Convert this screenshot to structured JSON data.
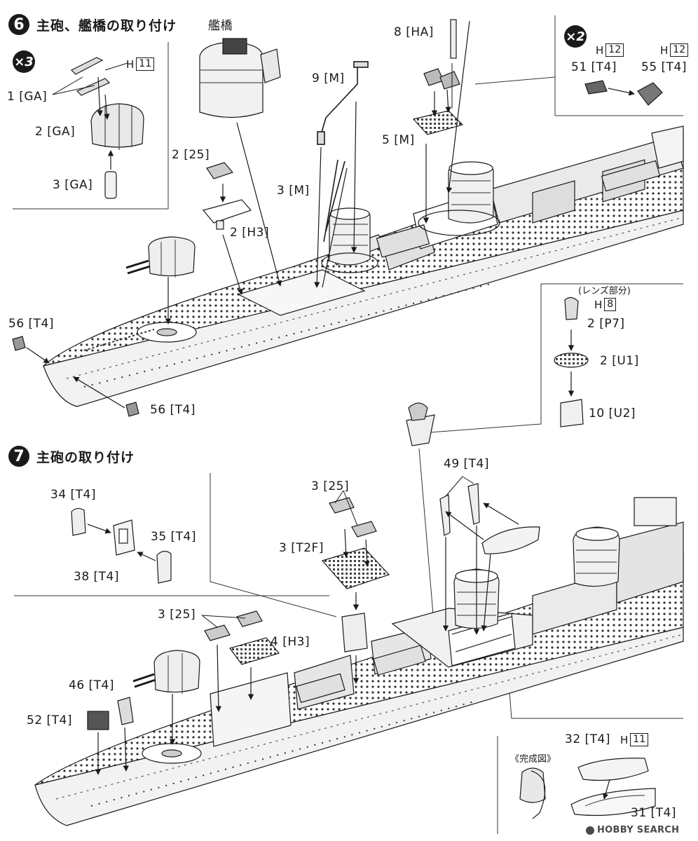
{
  "step6": {
    "number": "6",
    "title": "主砲、艦橋の取り付け",
    "bridge_label": "艦橋",
    "x3": "×3",
    "x2": "×2",
    "labels": {
      "ga1": "1 [GA]",
      "ga2": "2 [GA]",
      "ga3": "3 [GA]",
      "h11_h": "H",
      "h11_n": "11",
      "s25": "2 [25]",
      "h3": "2 [H3]",
      "m9": "9 [M]",
      "m3": "3 [M]",
      "ha8": "8 [HA]",
      "m5": "5 [M]",
      "t4_56a": "56 [T4]",
      "t4_56b": "56 [T4]",
      "h12a_h": "H",
      "h12a_n": "12",
      "h12b_h": "H",
      "h12b_n": "12",
      "t4_51": "51 [T4]",
      "t4_55": "55 [T4]",
      "lens": "(レンズ部分)",
      "h8_h": "H",
      "h8_n": "8",
      "p7": "2 [P7]",
      "u1": "2 [U1]",
      "u2": "10 [U2]"
    }
  },
  "step7": {
    "number": "7",
    "title": "主砲の取り付け",
    "labels": {
      "t4_34": "34 [T4]",
      "t4_35": "35 [T4]",
      "t4_38": "38 [T4]",
      "s25a": "3 [25]",
      "t2f": "3 [T2F]",
      "t4_49": "49 [T4]",
      "s25b": "3 [25]",
      "h3": "4 [H3]",
      "t4_46": "46 [T4]",
      "t4_52": "52 [T4]",
      "t4_32": "32 [T4]",
      "h11_h": "H",
      "h11_n": "11",
      "complete": "《完成図》",
      "t4_31": "31 [T4]"
    }
  },
  "watermark": "HOBBY SEARCH",
  "colors": {
    "ink": "#1a1a1a",
    "hull": "#f4f4f4",
    "gray": "#8a8a8a"
  }
}
